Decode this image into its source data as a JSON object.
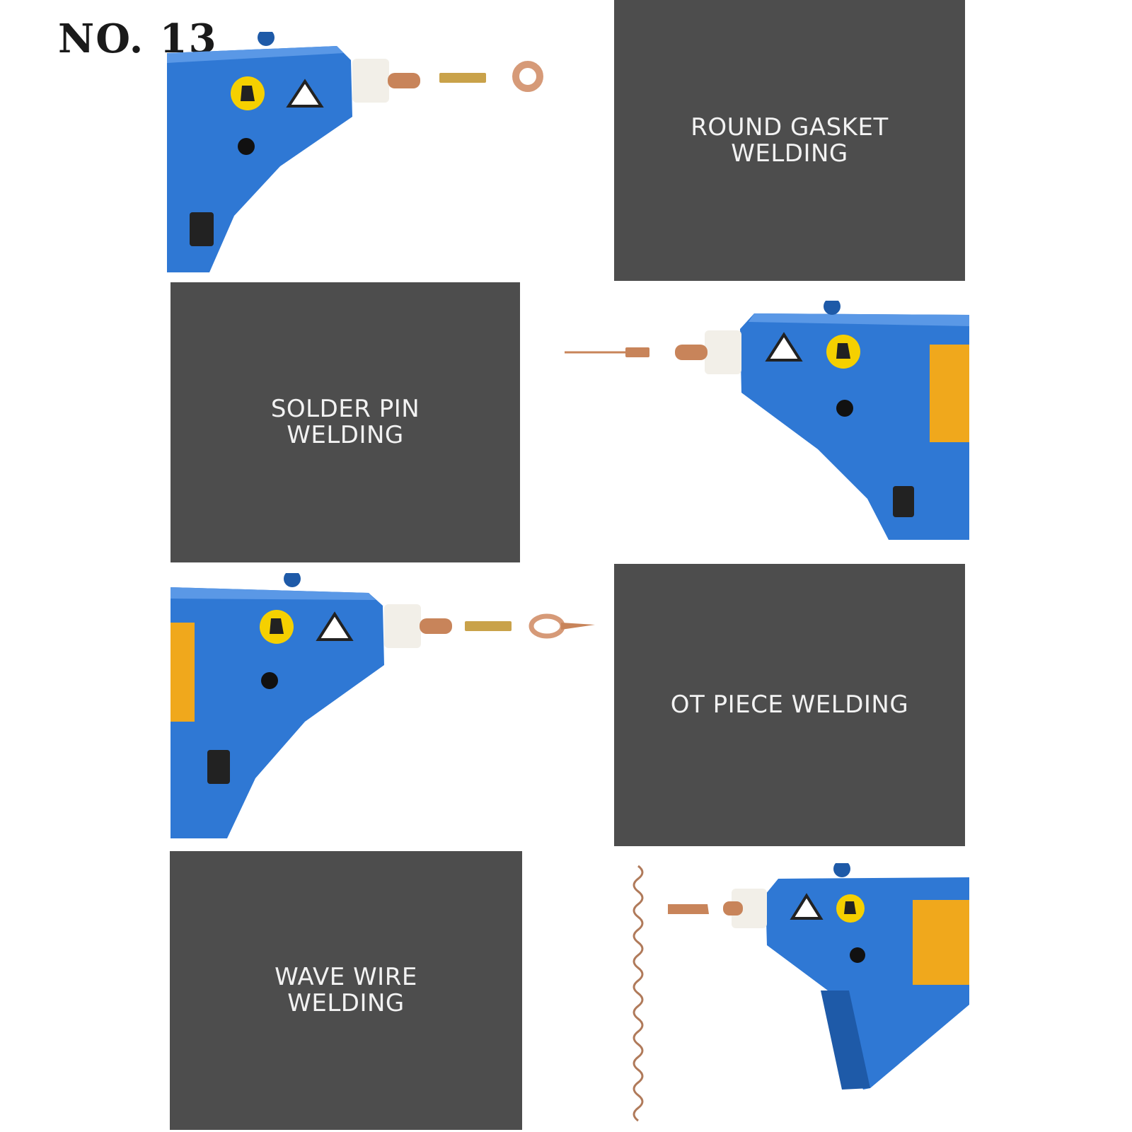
{
  "page_label": "NO. 13",
  "panels": {
    "round_gasket": "ROUND GASKET\nWELDING",
    "solder_pin": "SOLDER PIN\nWELDING",
    "ot_piece": "OT PIECE WELDING",
    "wave_wire": "WAVE WIRE\nWELDING"
  },
  "colors": {
    "panel": "#4d4d4d",
    "gun_body": "#2f78d4",
    "gun_dark": "#1e5aa8",
    "collar": "#f2efe8",
    "copper": "#c8845a",
    "brass": "#c9a24a",
    "warning_yellow": "#f5d000"
  }
}
